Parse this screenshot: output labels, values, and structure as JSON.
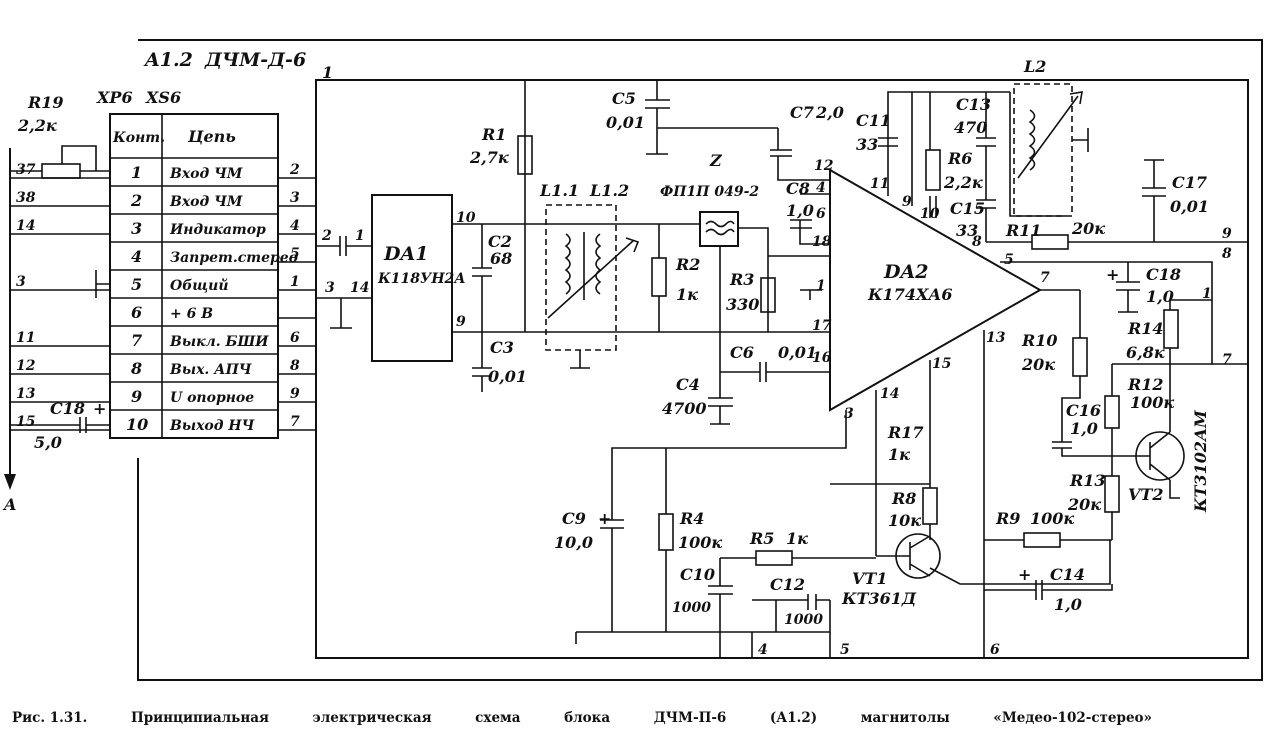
{
  "block": {
    "title": "A1.2",
    "subtitle": "ДЧМ-Д-6",
    "corner": "1"
  },
  "connectors": {
    "xp": "XP6",
    "xs": "XS6",
    "contact_header": "Конт.",
    "circuit_header": "Цепь"
  },
  "pins": [
    {
      "num": "1",
      "name": "Вход ЧМ",
      "left": "37",
      "right": "2"
    },
    {
      "num": "2",
      "name": "Вход ЧМ",
      "left": "38",
      "right": "3"
    },
    {
      "num": "3",
      "name": "Индикатор",
      "left": "14",
      "right": "4"
    },
    {
      "num": "4",
      "name": "Запрет.стерео",
      "left": "",
      "right": "5"
    },
    {
      "num": "5",
      "name": "Общий",
      "left": "3",
      "right": "1"
    },
    {
      "num": "6",
      "name": "+ 6 В",
      "left": "",
      "right": ""
    },
    {
      "num": "7",
      "name": "Выкл. БШИ",
      "left": "11",
      "right": "6"
    },
    {
      "num": "8",
      "name": "Вых. АПЧ",
      "left": "12",
      "right": "8"
    },
    {
      "num": "9",
      "name": "U опорное",
      "left": "13",
      "right": "9"
    },
    {
      "num": "10",
      "name": "Выход НЧ",
      "left": "15",
      "right": "7"
    }
  ],
  "components": {
    "R19": {
      "ref": "R19",
      "value": "2,2к"
    },
    "C18a": {
      "ref": "C18",
      "value": "5,0"
    },
    "DA1": {
      "ref": "DA1",
      "type": "К118УН2А"
    },
    "DA2": {
      "ref": "DA2",
      "type": "К174ХА6"
    },
    "R1": {
      "ref": "R1",
      "value": "2,7к"
    },
    "C2": {
      "ref": "C2",
      "value": "68"
    },
    "C3": {
      "ref": "C3",
      "value": "0,01"
    },
    "C5": {
      "ref": "C5",
      "value": "0,01"
    },
    "C7": {
      "ref": "C7",
      "value": "2,0"
    },
    "C8": {
      "ref": "C8",
      "value": "1,0"
    },
    "Z": {
      "ref": "Z",
      "type": "ФП1П 049-2"
    },
    "L11": {
      "ref": "L1.1"
    },
    "L12": {
      "ref": "L1.2"
    },
    "R2": {
      "ref": "R2",
      "value": "1к"
    },
    "R3": {
      "ref": "R3",
      "value": "330"
    },
    "C6": {
      "ref": "C6",
      "value": "0,01"
    },
    "C4": {
      "ref": "C4",
      "value": "4700"
    },
    "C11": {
      "ref": "C11",
      "value": "33"
    },
    "C13": {
      "ref": "C13",
      "value": "470"
    },
    "R6": {
      "ref": "R6",
      "value": "2,2к"
    },
    "C15": {
      "ref": "C15",
      "value": "33"
    },
    "L2": {
      "ref": "L2"
    },
    "R11": {
      "ref": "R11",
      "value": "20к"
    },
    "C17": {
      "ref": "C17",
      "value": "0,01"
    },
    "C18b": {
      "ref": "C18",
      "value": "1,0"
    },
    "R14": {
      "ref": "R14",
      "value": "6,8к"
    },
    "R12": {
      "ref": "R12",
      "value": "100к"
    },
    "R10": {
      "ref": "R10",
      "value": "20к"
    },
    "C16": {
      "ref": "C16",
      "value": "1,0"
    },
    "R13": {
      "ref": "R13",
      "value": "20к"
    },
    "VT2": {
      "ref": "VT2",
      "type": "КТ3102АМ"
    },
    "R17": {
      "ref": "R17",
      "value": "1к"
    },
    "R8": {
      "ref": "R8",
      "value": "10к"
    },
    "VT1": {
      "ref": "VT1",
      "type": "КТ361Д"
    },
    "R9": {
      "ref": "R9",
      "value": "100к"
    },
    "C14": {
      "ref": "C14",
      "value": "1,0"
    },
    "C9": {
      "ref": "C9",
      "value": "10,0"
    },
    "R4": {
      "ref": "R4",
      "value": "100к"
    },
    "R5": {
      "ref": "R5",
      "value": "1к"
    },
    "C10": {
      "ref": "C10",
      "value": "1000"
    },
    "C12": {
      "ref": "C12",
      "value": "1000"
    }
  },
  "chip_pins": {
    "da1_in": "14",
    "da1_out_top": "10",
    "da1_out_bot": "9",
    "da2_p12": "12",
    "da2_p4": "4",
    "da2_p6": "6",
    "da2_p18": "18",
    "da2_p1": "1",
    "da2_p17": "17",
    "da2_p16": "16",
    "da2_p3": "3",
    "da2_p14": "14",
    "da2_p15": "15",
    "da2_p13": "13",
    "da2_p11": "11",
    "da2_p9": "9",
    "da2_p10": "10",
    "da2_p8": "8",
    "da2_p5": "5",
    "da2_p7": "7"
  },
  "nodes": {
    "n2": "2",
    "n1": "1",
    "n3": "3",
    "n9": "9",
    "n8": "8",
    "n7": "7",
    "r14top": "1",
    "n4": "4",
    "n5": "5",
    "n6": "6",
    "arrow": "A"
  },
  "caption": [
    "Рис. 1.31.",
    "Принципиальная",
    "электрическая",
    "схема",
    "блока",
    "ДЧМ-П-6",
    "(А1.2)",
    "магнитолы",
    "«Медео-102-стерео»"
  ]
}
